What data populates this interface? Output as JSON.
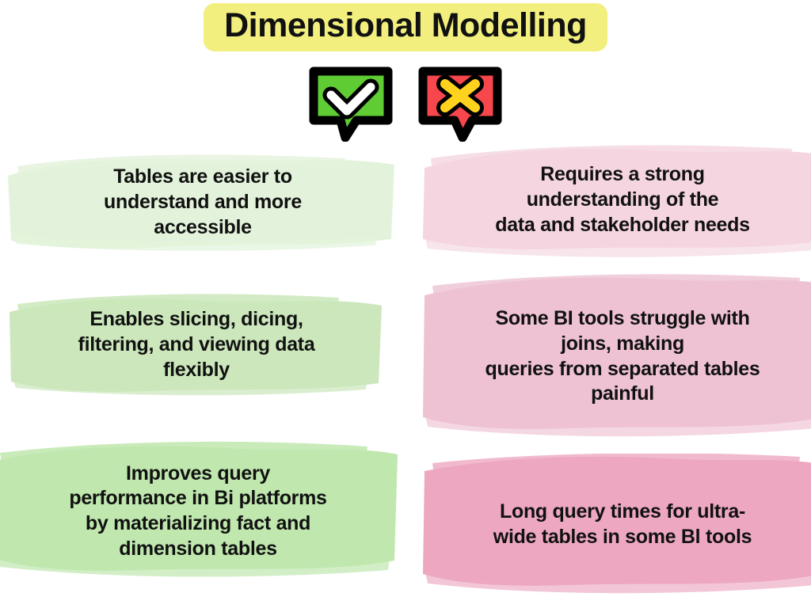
{
  "header": {
    "title": "Dimensional Modelling",
    "title_bg_color": "#f2ef7e"
  },
  "icons": {
    "pros_icon": {
      "name": "check-speech-bubble-icon",
      "bubble_color": "#5fcc33",
      "mark_color": "#ffffff",
      "outline_color": "#000000",
      "glyph": "check"
    },
    "cons_icon": {
      "name": "cross-speech-bubble-icon",
      "bubble_color": "#f7474d",
      "mark_color": "#ffd21e",
      "outline_color": "#000000",
      "glyph": "cross"
    }
  },
  "pros": {
    "items": [
      {
        "text": "Tables are easier to\nunderstand and more\naccessible",
        "highlight_color": "#e3f3db"
      },
      {
        "text": "Enables slicing, dicing,\nfiltering, and viewing data\nflexibly",
        "highlight_color": "#cbe7bb"
      },
      {
        "text": "Improves query\nperformance in Bi platforms\nby materializing fact and\ndimension tables",
        "highlight_color": "#bfe7ae"
      }
    ]
  },
  "cons": {
    "items": [
      {
        "text": "Requires a strong\nunderstanding of the\ndata and stakeholder needs",
        "highlight_color": "#f4d5e0"
      },
      {
        "text": "Some BI tools struggle with\njoins, making\nqueries from separated tables\npainful",
        "highlight_color": "#eec2d3"
      },
      {
        "text": "Long query times for ultra-\nwide tables in some Bl tools",
        "highlight_color": "#eda7c1"
      }
    ]
  },
  "colors": {
    "background": "#ffffff",
    "text": "#111111"
  }
}
